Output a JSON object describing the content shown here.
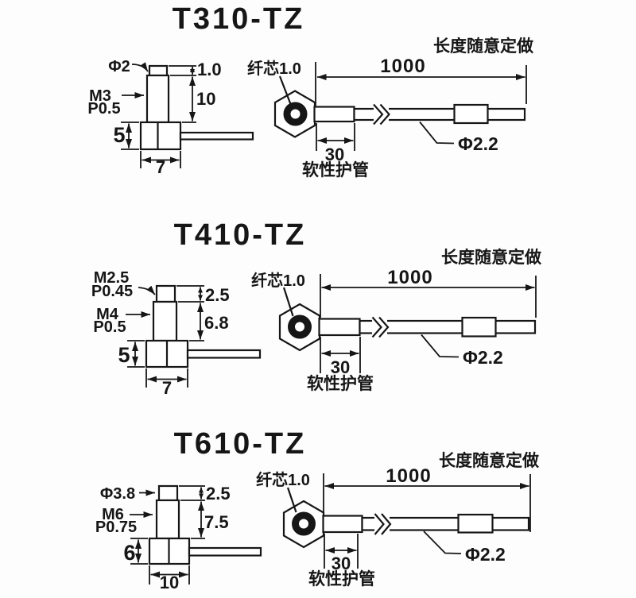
{
  "ink": "#161616",
  "background": "#fdfdfd",
  "sections": [
    {
      "title": "T310-TZ",
      "head": {
        "tip_label": "Φ2",
        "tip_label2": "",
        "thread_label": "M3",
        "pitch_label": "P0.5",
        "tip_height": "1.0",
        "thread_length": "10",
        "base_height": "5",
        "base_width": "7"
      },
      "cable": {
        "fiber_core_label": "纤芯1.0",
        "length_note": "长度随意定做",
        "total_length": "1000",
        "sheath_length": "30",
        "sheath_label": "软性护管",
        "cable_diameter": "Φ2.2"
      }
    },
    {
      "title": "T410-TZ",
      "head": {
        "tip_label": "M2.5",
        "tip_label2": "P0.45",
        "thread_label": "M4",
        "pitch_label": "P0.5",
        "tip_height": "2.5",
        "thread_length": "6.8",
        "base_height": "5",
        "base_width": "7"
      },
      "cable": {
        "fiber_core_label": "纤芯1.0",
        "length_note": "长度随意定做",
        "total_length": "1000",
        "sheath_length": "30",
        "sheath_label": "软性护管",
        "cable_diameter": "Φ2.2"
      }
    },
    {
      "title": "T610-TZ",
      "head": {
        "tip_label": "Φ3.8",
        "tip_label2": "",
        "thread_label": "M6",
        "pitch_label": "P0.75",
        "tip_height": "2.5",
        "thread_length": "7.5",
        "base_height": "6",
        "base_width": "10"
      },
      "cable": {
        "fiber_core_label": "纤芯1.0",
        "length_note": "长度随意定做",
        "total_length": "1000",
        "sheath_length": "30",
        "sheath_label": "软性护管",
        "cable_diameter": "Φ2.2"
      }
    }
  ]
}
